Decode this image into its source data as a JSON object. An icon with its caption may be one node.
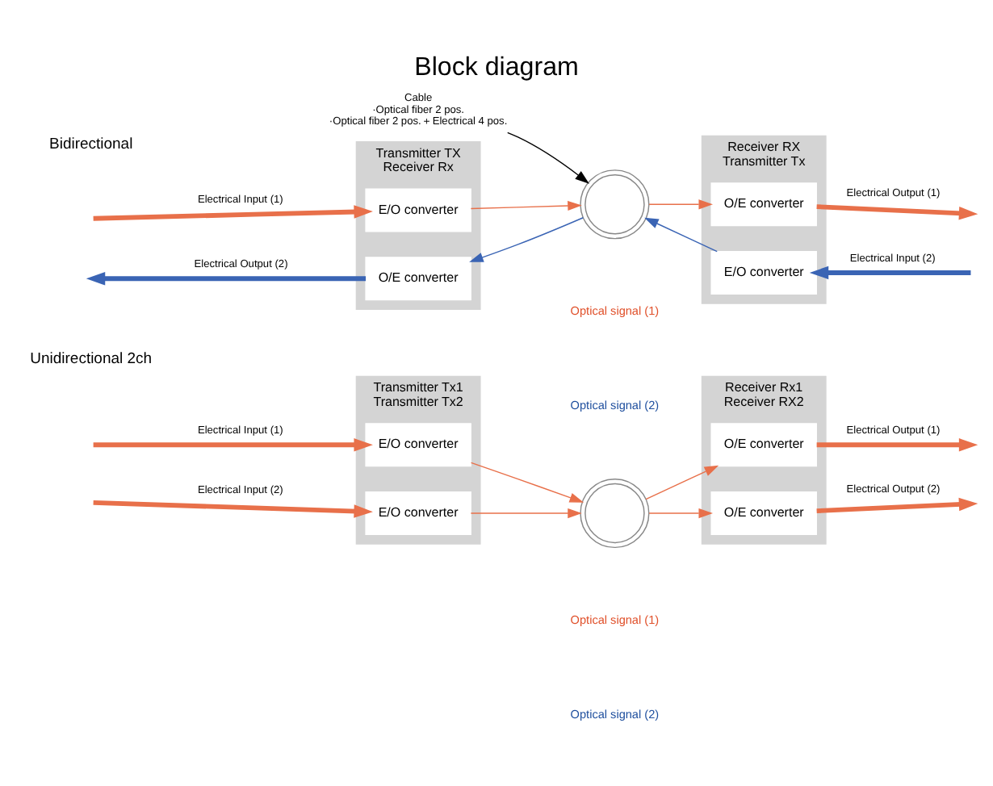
{
  "diagram": {
    "title": "Block diagram",
    "nodes": [
      {
        "text": [
          "Transmitter TX",
          "Receiver Rx"
        ]
      },
      {
        "text": [
          "E/O converter"
        ],
        "in": 0
      },
      {
        "text": [
          "O/E converter"
        ],
        "in": 0
      },
      {
        "text": [
          "Receiver RX",
          "Transmitter Tx"
        ]
      },
      {
        "text": [
          "O/E converter"
        ],
        "in": 3
      },
      {
        "text": [
          "E/O converter"
        ],
        "in": 3
      },
      {
        "text": [],
        "shape": "circle"
      },
      {
        "text": [
          "Cable",
          "·Optical fiber 2 pos.",
          "·Optical fiber 2 pos.＋Electrical 4 pos."
        ]
      },
      {
        "text": [
          "Transmitter Tx1",
          "Transmitter Tx2"
        ]
      },
      {
        "text": [
          "E/O converter"
        ],
        "in": 8
      },
      {
        "text": [
          "E/O converter"
        ],
        "in": 8
      },
      {
        "text": [
          "Receiver Rx1",
          "Receiver RX2"
        ]
      },
      {
        "text": [
          "O/E converter"
        ],
        "in": 11
      },
      {
        "text": [
          "O/E converter"
        ],
        "in": 11
      },
      {
        "text": [],
        "shape": "circle"
      }
    ],
    "edges": [
      {
        "from": null,
        "to": 1,
        "arrow": "to",
        "label": "Electrical Input (1)",
        "style": "thick"
      },
      {
        "from": 2,
        "to": null,
        "arrow": "to",
        "label": "Electrical Output (2)",
        "style": "thick",
        "color": "#3a64b4"
      },
      {
        "from": 1,
        "to": 6,
        "arrow": "to"
      },
      {
        "from": 6,
        "to": 2,
        "arrow": "to",
        "color": "#3a64b4"
      },
      {
        "from": 6,
        "to": 4,
        "arrow": "to"
      },
      {
        "from": 5,
        "to": 6,
        "arrow": "to",
        "color": "#3a64b4"
      },
      {
        "from": 4,
        "to": null,
        "arrow": "to",
        "label": "Electrical Output (1)",
        "style": "thick"
      },
      {
        "from": null,
        "to": 5,
        "arrow": "to",
        "label": "Electrical Input (2)",
        "style": "thick",
        "color": "#3a64b4"
      },
      {
        "from": 7,
        "to": 6,
        "arrow": "to",
        "color": "#000000"
      },
      {
        "from": null,
        "to": 9,
        "arrow": "to",
        "label": "Electrical Input (1)",
        "style": "thick"
      },
      {
        "from": null,
        "to": 10,
        "arrow": "to",
        "label": "Electrical Input (2)",
        "style": "thick"
      },
      {
        "from": 9,
        "to": 14,
        "arrow": "to"
      },
      {
        "from": 10,
        "to": 14,
        "arrow": "to"
      },
      {
        "from": 14,
        "to": 12,
        "arrow": "to"
      },
      {
        "from": 14,
        "to": 13,
        "arrow": "to"
      },
      {
        "from": 12,
        "to": null,
        "arrow": "to",
        "label": "Electrical Output (1)",
        "style": "thick"
      },
      {
        "from": 13,
        "to": null,
        "arrow": "to",
        "label": "Electrical Output (2)",
        "style": "thick"
      }
    ],
    "labels": [
      "Bidirectional",
      "Optical signal (1)",
      "Optical signal (2)",
      "Unidirectional 2ch",
      "Optical signal (1)",
      "Optical signal (2)"
    ]
  }
}
